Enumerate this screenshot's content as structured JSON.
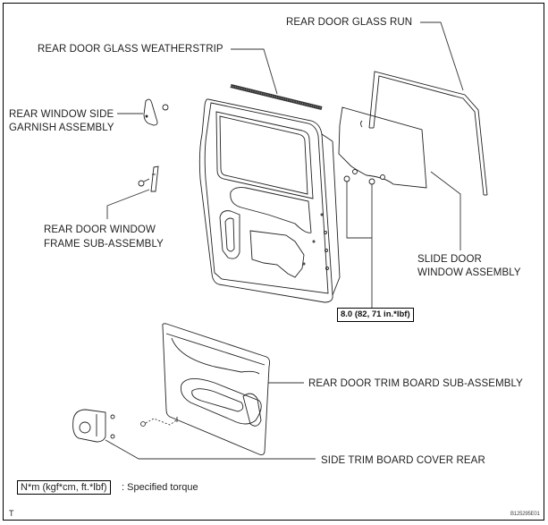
{
  "diagram": {
    "parts": {
      "glass_run": "REAR DOOR GLASS RUN",
      "glass_weatherstrip": "REAR DOOR GLASS WEATHERSTRIP",
      "side_garnish_line1": "REAR WINDOW SIDE",
      "side_garnish_line2": "GARNISH ASSEMBLY",
      "window_frame_line1": "REAR DOOR WINDOW",
      "window_frame_line2": "FRAME SUB-ASSEMBLY",
      "slide_window_line1": "SLIDE DOOR",
      "slide_window_line2": "WINDOW ASSEMBLY",
      "trim_board": "REAR DOOR TRIM BOARD SUB-ASSEMBLY",
      "side_trim_cover": "SIDE TRIM BOARD COVER REAR"
    },
    "torque_spec": "8.0 (82, 71 in.*lbf)",
    "legend": {
      "unit_box": "N*m (kgf*cm, ft.*lbf)",
      "description": ": Specified torque"
    },
    "corner_mark": "T",
    "figure_id": "B125295E01"
  }
}
